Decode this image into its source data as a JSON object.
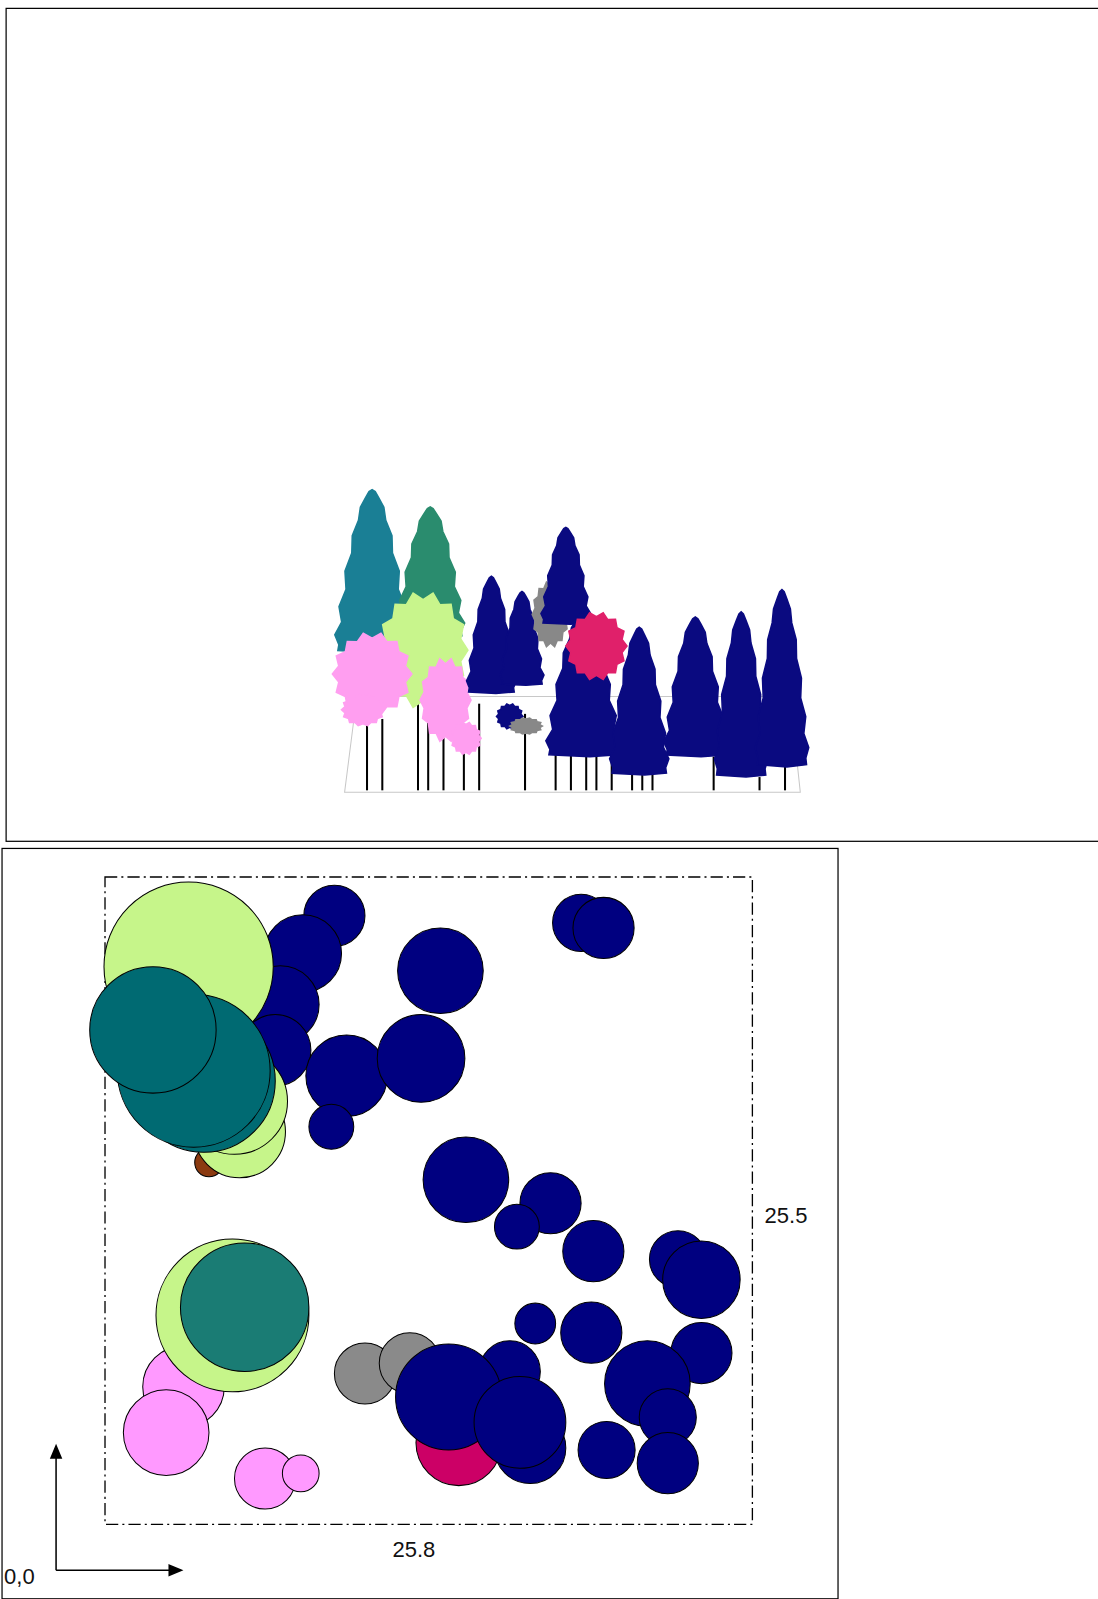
{
  "diagram": {
    "labels": [
      "25.5",
      "25.8",
      "0,0"
    ]
  }
}
